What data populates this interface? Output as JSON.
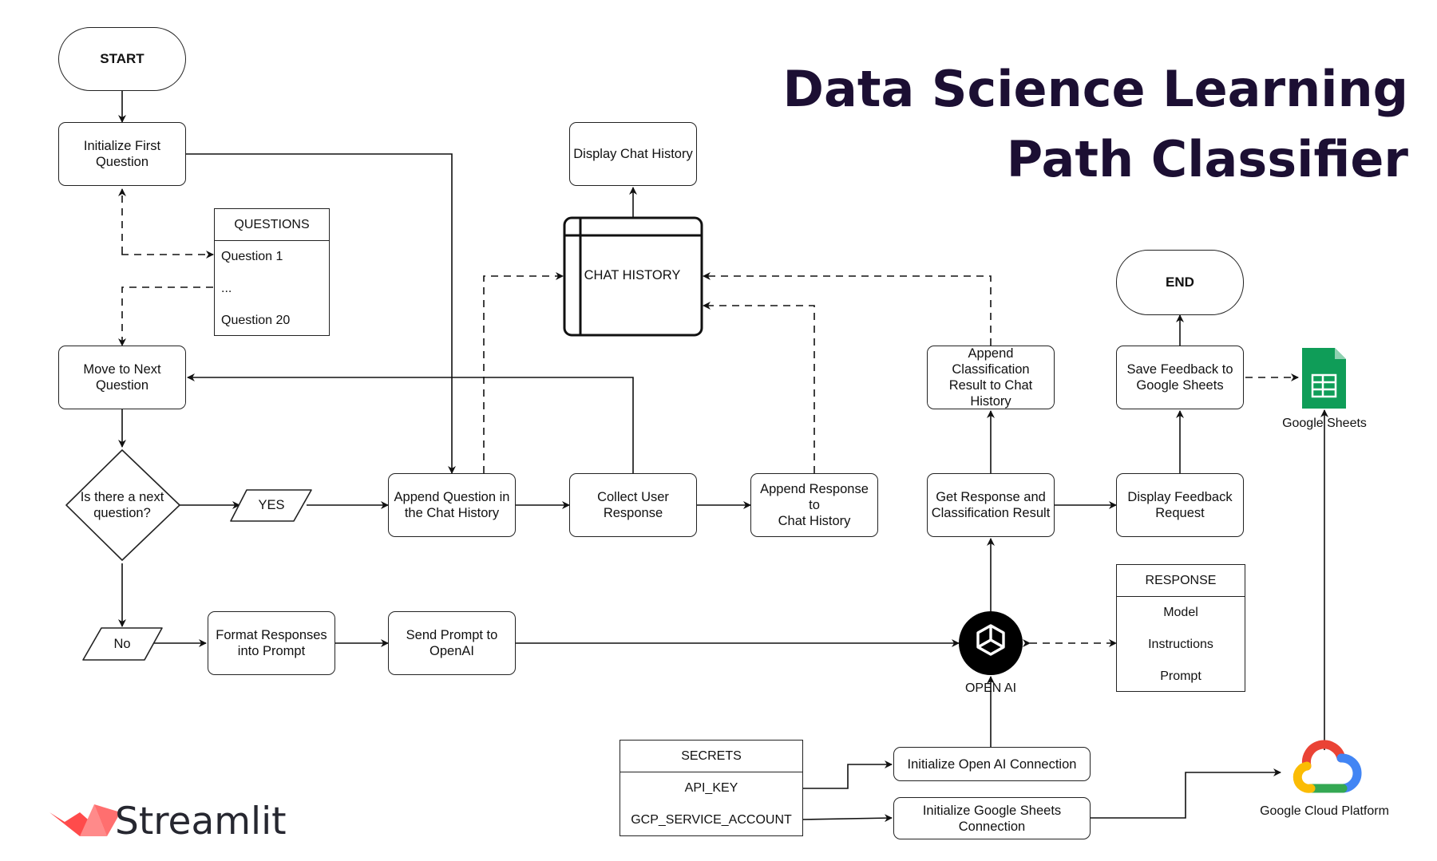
{
  "title": {
    "line1": "Data Science Learning",
    "line2": "Path Classifier"
  },
  "brand": {
    "name": "Streamlit"
  },
  "nodes": {
    "start": "START",
    "end": "END",
    "init_first": "Initialize First\nQuestion",
    "move_next": "Move to Next\nQuestion",
    "decision": "Is there a next\nquestion?",
    "yes": "YES",
    "no": "No",
    "append_question": "Append Question in\nthe Chat History",
    "collect_response": "Collect User\nResponse",
    "append_response": "Append Response to\nChat History",
    "display_history": "Display Chat History",
    "chat_history": "CHAT HISTORY",
    "format_responses": "Format Responses\ninto Prompt",
    "send_prompt": "Send Prompt to\nOpenAI",
    "get_response": "Get Response and\nClassification Result",
    "append_classification": "Append Classification\nResult to Chat History",
    "display_feedback": "Display Feedback\nRequest",
    "save_feedback": "Save Feedback to\nGoogle Sheets",
    "init_openai": "Initialize Open AI Connection",
    "init_sheets": "Initialize Google Sheets\nConnection"
  },
  "tables": {
    "questions": {
      "header": "QUESTIONS",
      "rows": [
        "Question 1",
        "...",
        "Question 20"
      ]
    },
    "response": {
      "header": "RESPONSE",
      "rows": [
        "Model",
        "Instructions",
        "Prompt"
      ]
    },
    "secrets": {
      "header": "SECRETS",
      "rows": [
        "API_KEY",
        "GCP_SERVICE_ACCOUNT"
      ]
    }
  },
  "icons": {
    "openai": "OPEN AI",
    "google_sheets": "Google Sheets",
    "gcp": "Google Cloud Platform"
  },
  "colors": {
    "title": "#1c0f33",
    "streamlit_red": "#ff4b4b",
    "sheets_green": "#0f9d58",
    "gcp_blue": "#4285f4",
    "gcp_red": "#ea4335",
    "gcp_yellow": "#fbbc04",
    "gcp_green": "#34a853"
  }
}
